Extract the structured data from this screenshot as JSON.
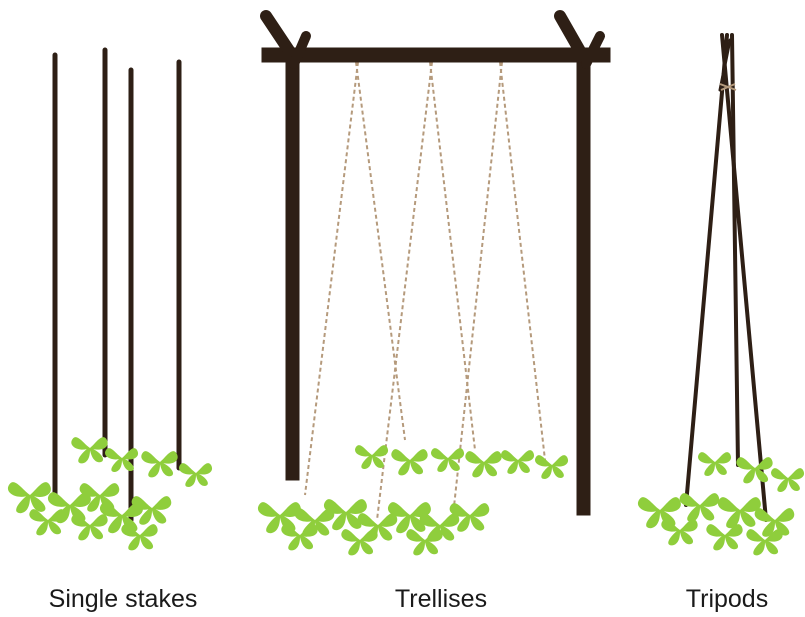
{
  "captions": {
    "single_stakes": "Single stakes",
    "trellises": "Trellises",
    "tripods": "Tripods"
  },
  "colors": {
    "wood": "#2e1f15",
    "twine": "#b59a7c",
    "leaf": "#8fce3c"
  }
}
